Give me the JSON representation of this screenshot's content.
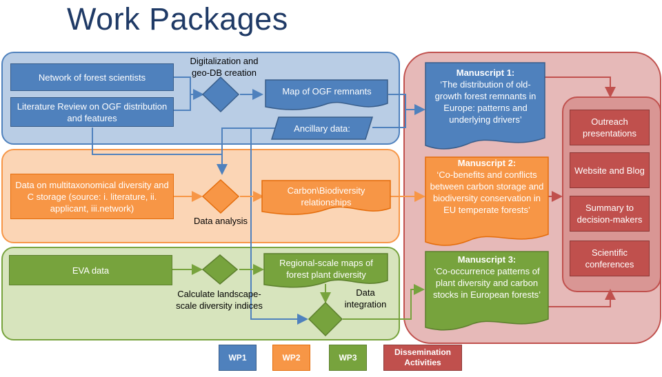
{
  "title": "Work Packages",
  "colors": {
    "wp1": "#4f81bd",
    "wp2": "#f79646",
    "wp3": "#77a33d",
    "dissemination": "#c0504d"
  },
  "wp1": {
    "network": "Network of forest scientists",
    "literature": "Literature Review on OGF distribution and features",
    "digitalization": "Digitalization and geo-DB creation",
    "map": "Map of OGF remnants",
    "ancillary": "Ancillary data:"
  },
  "wp2": {
    "data": "Data on multitaxonomical diversity and C storage (source: i. literature, ii. applicant, iii.network)",
    "analysis": "Data analysis",
    "relationships": "Carbon\\Biodiversity relationships"
  },
  "wp3": {
    "eva": "EVA data",
    "calculate": "Calculate landscape- scale diversity indices",
    "regional": "Regional-scale maps of forest plant diversity",
    "integration": "Data integration"
  },
  "manuscripts": [
    {
      "title": "Manuscript 1:",
      "text": "‘The distribution of old-growth forest remnants in Europe: patterns and underlying drivers’"
    },
    {
      "title": "Manuscript 2:",
      "text": "‘Co-benefits and conflicts between carbon storage and biodiversity conservation in EU temperate forests’"
    },
    {
      "title": "Manuscript 3:",
      "text": "‘Co-occurrence patterns of plant diversity and carbon stocks in European forests’"
    }
  ],
  "dissemination": [
    "Outreach presentations",
    "Website and Blog",
    "Summary to decision-makers",
    "Scientific conferences"
  ],
  "legend": [
    "WP1",
    "WP2",
    "WP3",
    "Dissemination Activities"
  ]
}
